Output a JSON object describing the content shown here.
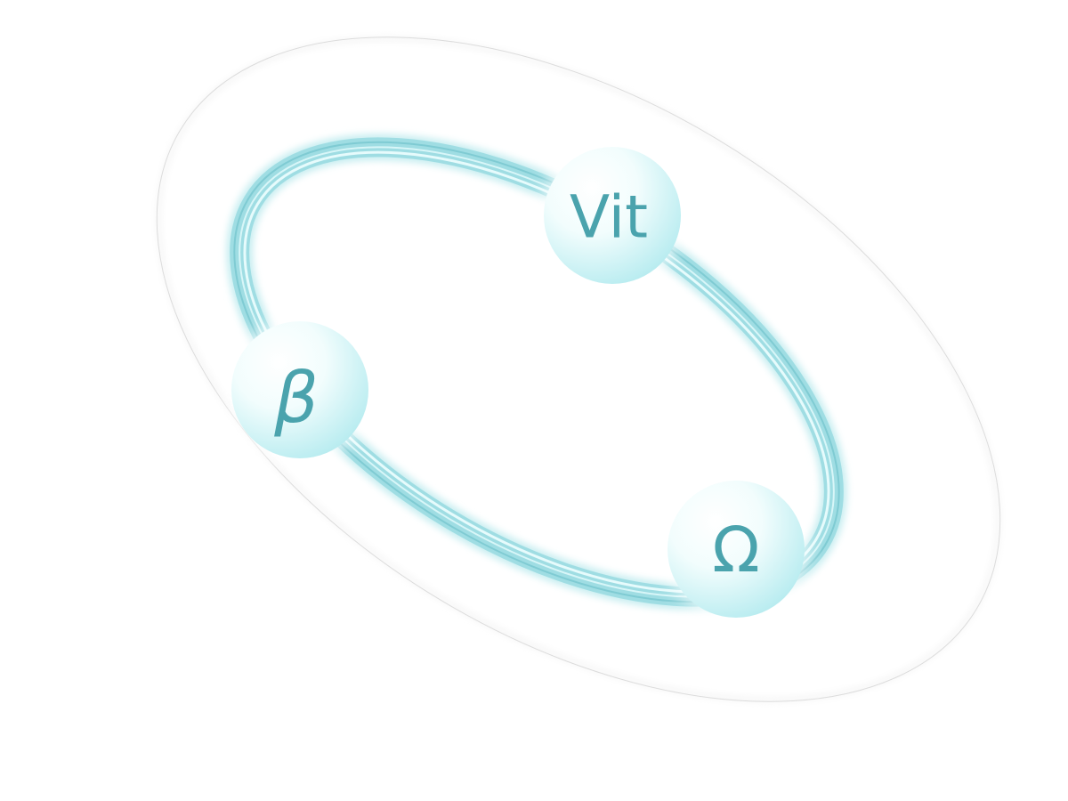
{
  "illustration": {
    "nodes": [
      {
        "id": "vit",
        "label": "Vit"
      },
      {
        "id": "beta",
        "label": "β"
      },
      {
        "id": "omega",
        "label": "Ω"
      }
    ],
    "colors": {
      "ring": "#9fdde3",
      "ring_highlight": "#e6fbfc",
      "sphere_light": "#ffffff",
      "sphere_dark": "#b8ecf0",
      "text": "#4aa3ad",
      "halo_outline": "#d8d8d8"
    }
  }
}
